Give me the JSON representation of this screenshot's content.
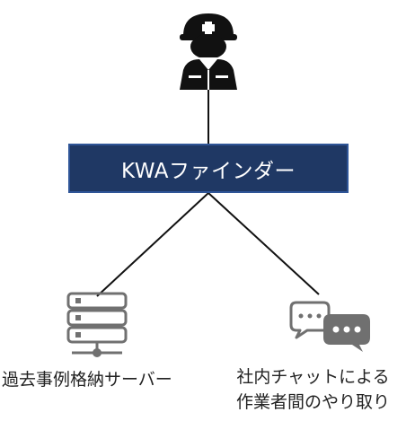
{
  "central_node": {
    "label": "KWAファインダー"
  },
  "nodes": {
    "worker": {
      "icon": "construction-worker-icon"
    },
    "server": {
      "icon": "server-icon",
      "label": "過去事例格納サーバー"
    },
    "chat": {
      "icon": "chat-bubbles-icon",
      "label_line1": "社内チャットによる",
      "label_line2": "作業者間のやり取り"
    }
  },
  "colors": {
    "box_fill": "#1f3864",
    "box_border": "#2f5597",
    "icon_dark": "#111111",
    "icon_gray": "#707070",
    "line": "#111111"
  }
}
